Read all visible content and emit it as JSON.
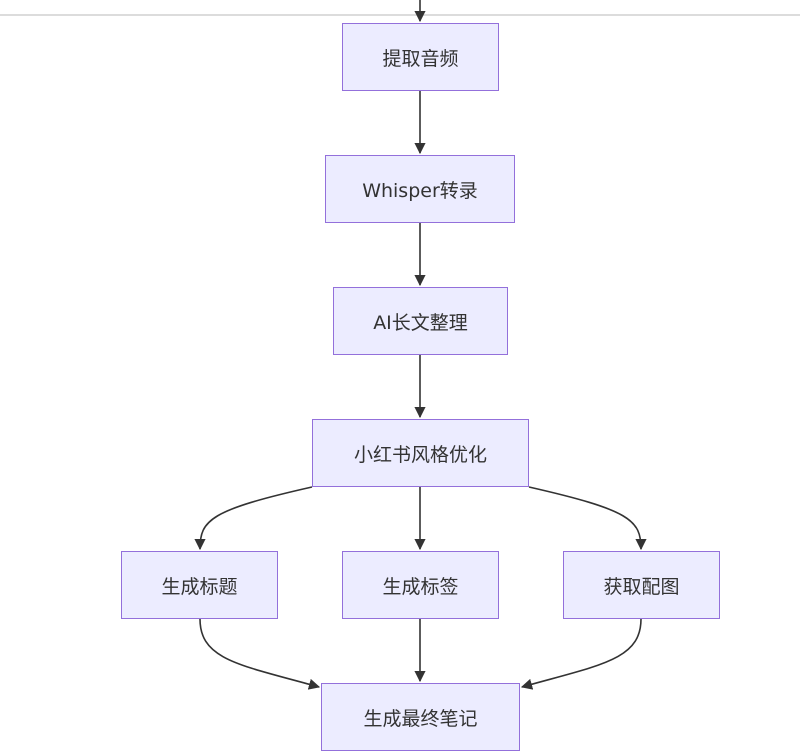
{
  "diagram": {
    "type": "flowchart",
    "nodes": [
      {
        "id": "extract",
        "label": "提取音频"
      },
      {
        "id": "whisper",
        "label": "Whisper转录"
      },
      {
        "id": "ai",
        "label": "AI长文整理"
      },
      {
        "id": "xhs",
        "label": "小红书风格优化"
      },
      {
        "id": "title",
        "label": "生成标题"
      },
      {
        "id": "tags",
        "label": "生成标签"
      },
      {
        "id": "image",
        "label": "获取配图"
      },
      {
        "id": "final",
        "label": "生成最终笔记"
      }
    ],
    "edges": [
      {
        "from": "",
        "to": "extract"
      },
      {
        "from": "extract",
        "to": "whisper"
      },
      {
        "from": "whisper",
        "to": "ai"
      },
      {
        "from": "ai",
        "to": "xhs"
      },
      {
        "from": "xhs",
        "to": "title"
      },
      {
        "from": "xhs",
        "to": "tags"
      },
      {
        "from": "xhs",
        "to": "image"
      },
      {
        "from": "title",
        "to": "final"
      },
      {
        "from": "tags",
        "to": "final"
      },
      {
        "from": "image",
        "to": "final"
      }
    ],
    "colors": {
      "node_fill": "#ececff",
      "node_border": "#9370db",
      "edge": "#333333",
      "text": "#333333"
    }
  }
}
